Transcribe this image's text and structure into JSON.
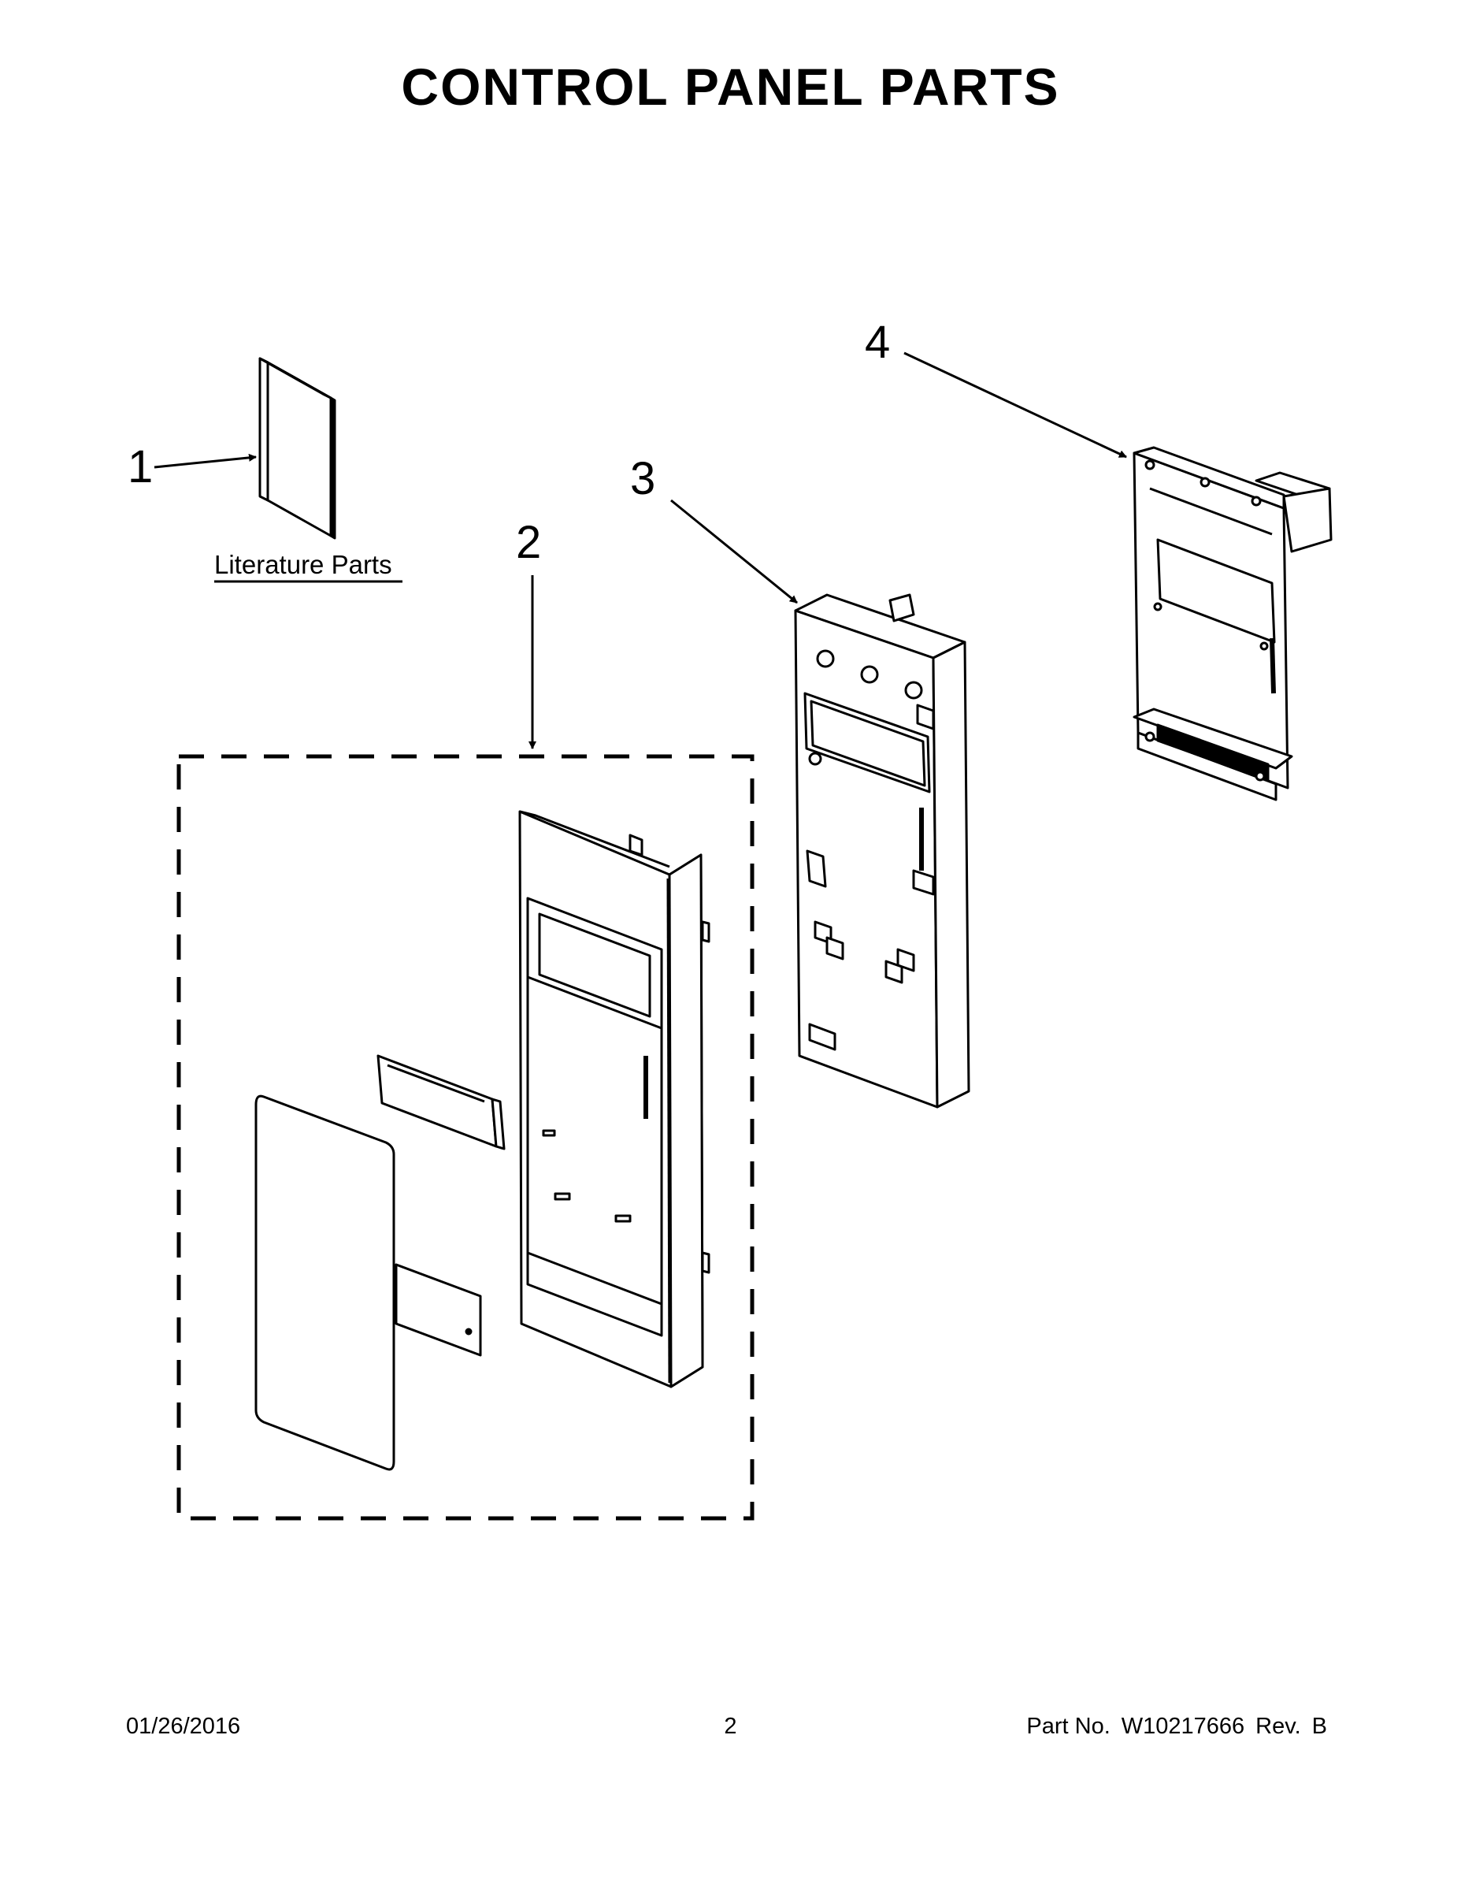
{
  "page": {
    "title": "CONTROL PANEL PARTS"
  },
  "diagram": {
    "callouts": [
      "1",
      "2",
      "3",
      "4"
    ],
    "literature_label": "Literature Parts"
  },
  "footer": {
    "date": "01/26/2016",
    "page_number": "2",
    "part_label": "Part No.",
    "part_number": "W10217666",
    "rev_label": "Rev.",
    "rev_value": "B"
  }
}
